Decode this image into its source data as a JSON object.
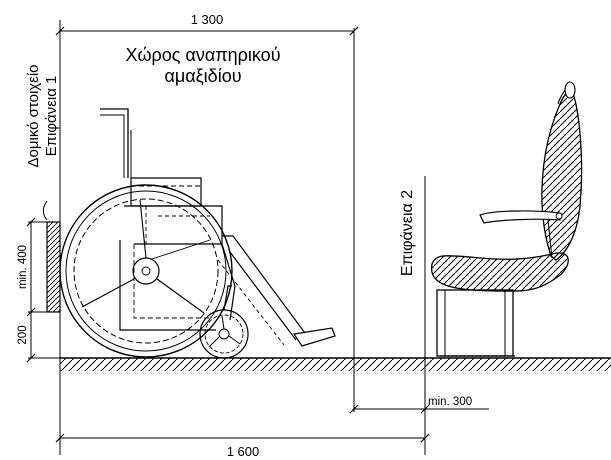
{
  "labels": {
    "wheelchair_space_line1": "Χώρος αναπηρικού",
    "wheelchair_space_line2": "αμαξιδίου",
    "structural_element_line1": "Δομικό στοιχείο",
    "structural_element_line2": "Επιφάνεια 1",
    "surface2": "Επιφάνεια 2"
  },
  "dimensions": {
    "top_width": "1 300",
    "bottom_width": "1 600",
    "min_gap": "min. 300",
    "panel_height": "min. 400",
    "panel_base": "200"
  }
}
